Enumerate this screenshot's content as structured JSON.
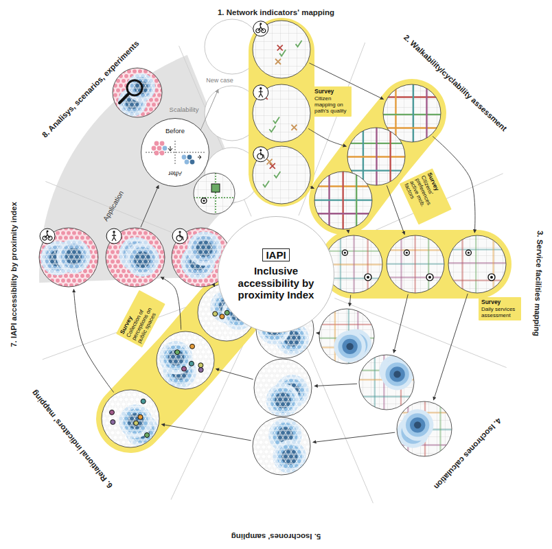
{
  "diagram": {
    "nodes": [
      {
        "text": [
          "IAPI",
          "Inclusive accessibility by proximity Index"
        ]
      },
      {
        "text": [
          "Survey",
          "Citizen mapping on path's quality"
        ]
      },
      {
        "text": [
          "Survey",
          "Citizens' preferences active mob. factors"
        ]
      },
      {
        "text": [
          "Survey",
          "Daily services assessment"
        ]
      },
      {
        "text": [
          "Survey",
          "Collection of perceptions on public spaces"
        ]
      },
      {
        "text": [
          "Before",
          "After"
        ]
      }
    ],
    "labels": [
      "1. Network indicators' mapping",
      "2. Walkability/cyclability assessment",
      "3. Service facilities mapping",
      "4. Isochrones calculation",
      "5. Isochrones' sampling",
      "6. Relational indicators' mapping",
      "7. IAPI accessibility by proximity index",
      "8. Analisys, scenarios, experiments",
      "New case",
      "Scalability",
      "Application"
    ]
  }
}
